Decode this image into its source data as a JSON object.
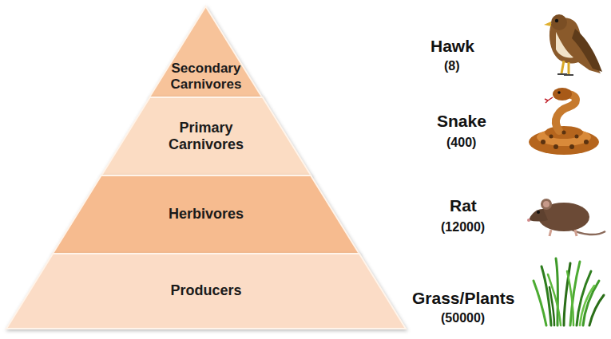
{
  "diagram": {
    "nodes": [
      {
        "text": [
          "Secondary Carnivores"
        ]
      },
      {
        "text": [
          "Primary Carnivores"
        ]
      },
      {
        "text": [
          "Herbivores"
        ]
      },
      {
        "text": [
          "Producers"
        ]
      }
    ],
    "labels": [
      "Hawk",
      "(8)",
      "Snake",
      "(400)",
      "Rat",
      "(12000)",
      "Grass/Plants",
      "(50000)"
    ]
  }
}
